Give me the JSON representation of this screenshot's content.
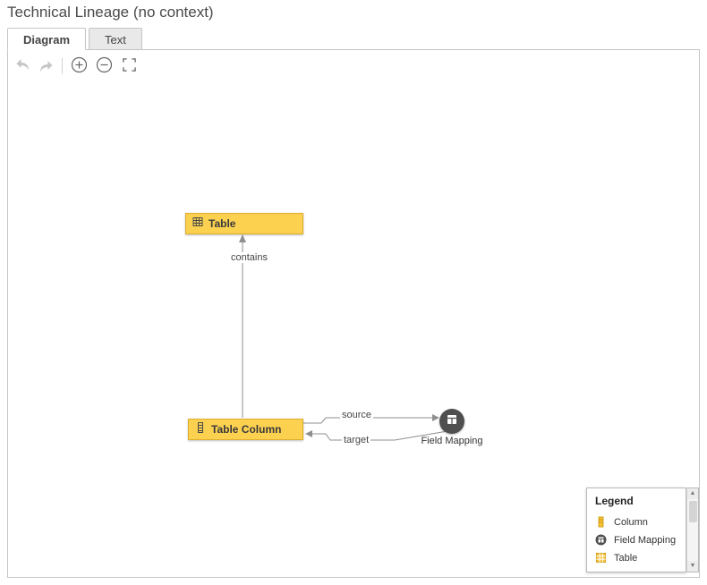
{
  "page": {
    "title": "Technical Lineage (no context)"
  },
  "tabs": [
    {
      "label": "Diagram",
      "active": true
    },
    {
      "label": "Text",
      "active": false
    }
  ],
  "toolbar": {
    "buttons": [
      {
        "name": "undo",
        "icon": "undo-arrow-icon",
        "enabled": false
      },
      {
        "name": "redo",
        "icon": "redo-arrow-icon",
        "enabled": false
      },
      {
        "name": "zoom-in",
        "icon": "zoom-in-icon",
        "enabled": true
      },
      {
        "name": "zoom-out",
        "icon": "zoom-out-icon",
        "enabled": true
      },
      {
        "name": "fit-to-screen",
        "icon": "fit-to-screen-icon",
        "enabled": true
      }
    ]
  },
  "diagram": {
    "nodes": [
      {
        "label": "Table",
        "type": "table",
        "icon": "table-icon"
      },
      {
        "label": "Table Column",
        "type": "column",
        "icon": "column-icon"
      },
      {
        "label": "Field Mapping",
        "type": "field-mapping",
        "icon": "field-mapping-icon"
      }
    ],
    "edges": [
      {
        "label": "contains",
        "from": "Table Column",
        "to": "Table"
      },
      {
        "label": "source",
        "from": "Table Column",
        "to": "Field Mapping"
      },
      {
        "label": "target",
        "from": "Field Mapping",
        "to": "Table Column"
      }
    ]
  },
  "legend": {
    "title": "Legend",
    "items": [
      {
        "label": "Column",
        "icon": "column-icon"
      },
      {
        "label": "Field Mapping",
        "icon": "field-mapping-icon"
      },
      {
        "label": "Table",
        "icon": "table-icon"
      }
    ]
  },
  "colors": {
    "node_fill": "#fcd150",
    "node_border": "#dfae2e",
    "field_mapping_fill": "#4f4f4f",
    "edge": "#8f8f8f"
  }
}
